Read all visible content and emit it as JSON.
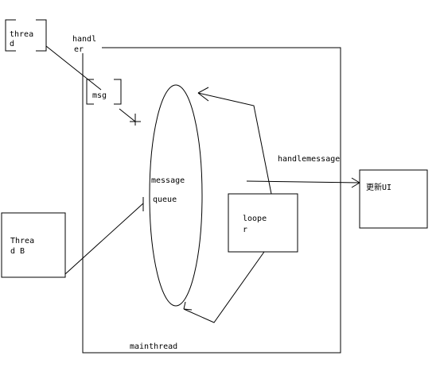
{
  "diagram": {
    "thread_box": {
      "line1": "threa",
      "line2": "d"
    },
    "handler_label": {
      "line1": "handl",
      "line2": "er"
    },
    "msg_label": "msg",
    "queue_label": {
      "line1": "message",
      "line2": "queue"
    },
    "handlemessage_label": "handlemessage",
    "update_ui_label": "更新UI",
    "looper_label": {
      "line1": "loope",
      "line2": "r"
    },
    "thread_b_label": {
      "line1": "Threa",
      "line2": "d B"
    },
    "mainthread_label": "mainthread"
  }
}
